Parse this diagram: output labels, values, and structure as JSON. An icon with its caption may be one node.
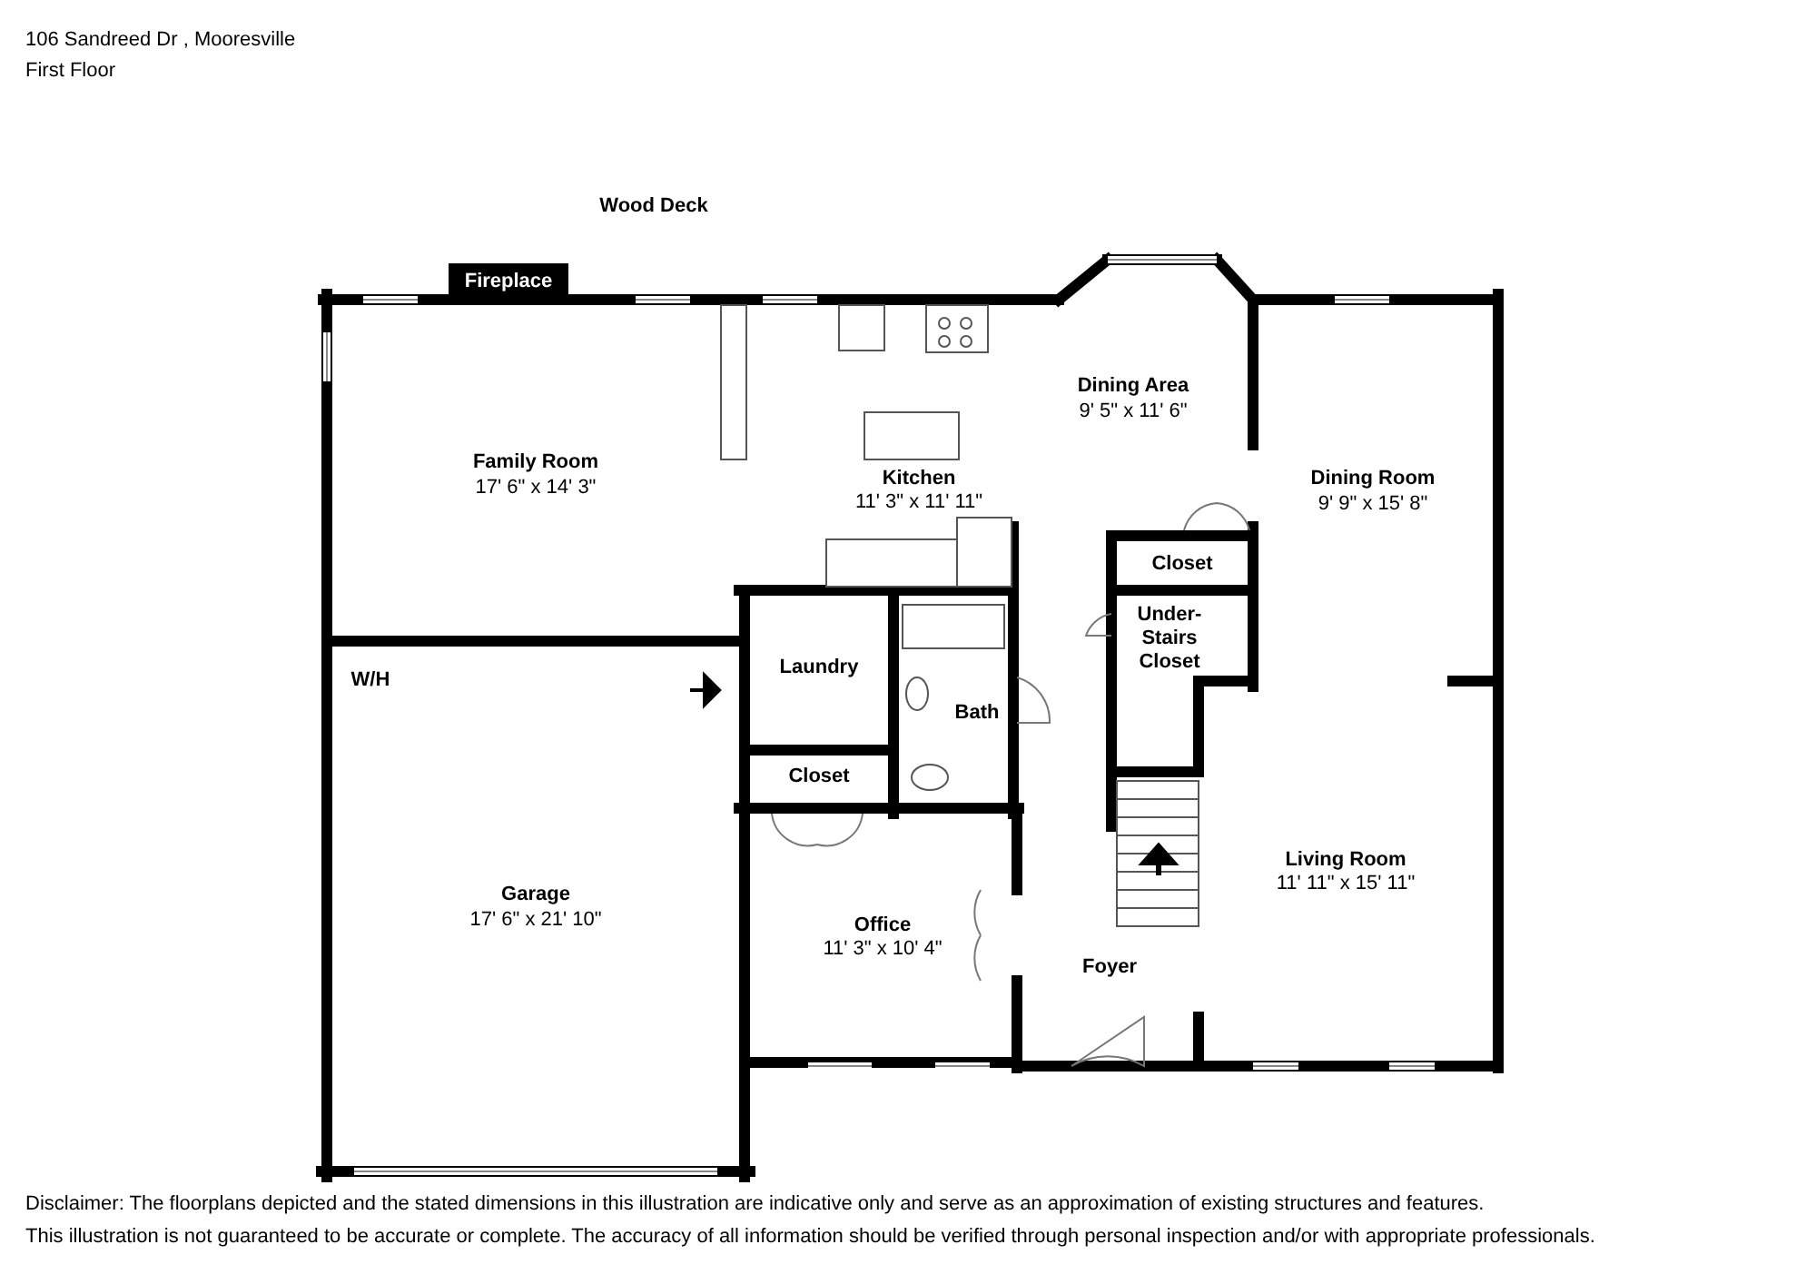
{
  "diagram": {
    "title": "106 Sandreed Dr , Mooresville",
    "nodes": [
      {
        "text": [
          "Fireplace"
        ]
      }
    ],
    "labels": [
      "First Floor",
      "Wood Deck",
      "Dining Area",
      "9' 5\" x 11' 6\"",
      "Family Room",
      "17' 6\" x 14' 3\"",
      "Dining Room",
      "9' 9\" x 15' 8\"",
      "Kitchen",
      "11' 3\" x 11' 11\"",
      "Closet",
      "Under-Stairs Closet",
      "Laundry",
      "W/H",
      "Bath",
      "Closet",
      "Living Room",
      "11' 11\" x 15' 11\"",
      "Garage",
      "17' 6\" x 21' 10\"",
      "Office",
      "11' 3\" x 10' 4\"",
      "Foyer",
      "Disclaimer: The floorplans depicted and the stated dimensions in this illustration are indicative only and serve as an approximation of existing structures and features.",
      "This illustration is not guaranteed to be accurate or complete. The accuracy of all information should be verified through personal inspection and/or with appropriate professionals."
    ]
  }
}
